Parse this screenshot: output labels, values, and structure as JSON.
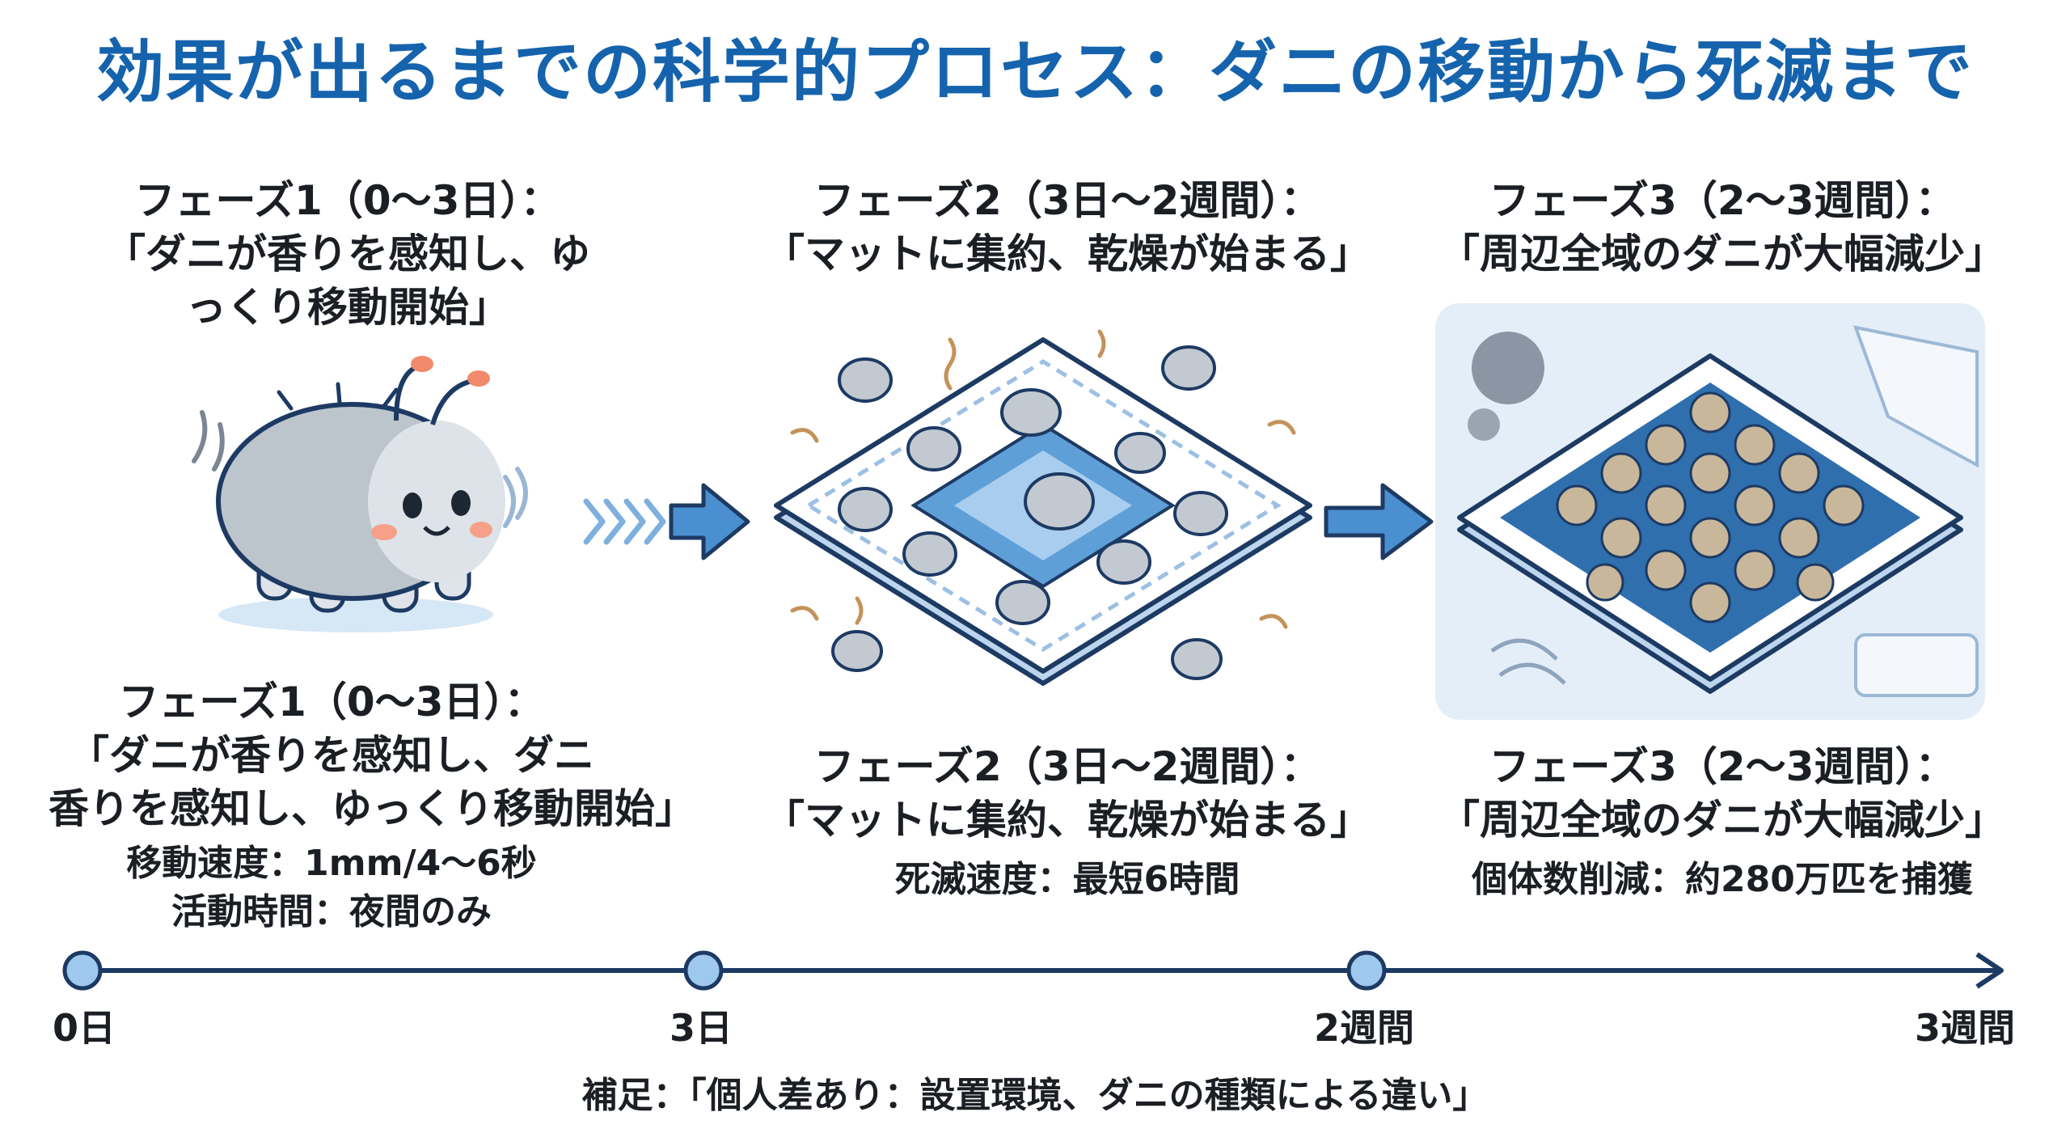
{
  "title": "効果が出るまでの科学的プロセス：ダニの移動から死滅まで",
  "phase1_top": {
    "heading": "フェーズ1（0〜3日）：",
    "line1": "「ダニが香りを感知し、ゆ",
    "line2": "っくり移動開始」"
  },
  "phase2_top": {
    "heading": "フェーズ2（3日〜2週間）：",
    "line1": "「マットに集約、乾燥が始まる」"
  },
  "phase3_top": {
    "heading": "フェーズ3（2〜3週間）：",
    "line1": "「周辺全域のダニが大幅減少」"
  },
  "phase1_bottom": {
    "heading": "フェーズ1（0〜3日）：",
    "line1": "「ダニが香りを感知し、ダニ",
    "line2": "香りを感知し、ゆっくり移動開始」",
    "stat1": "移動速度：1mm/4〜6秒",
    "stat2": "活動時間：夜間のみ"
  },
  "phase2_bottom": {
    "heading": "フェーズ2（3日〜2週間）：",
    "line1": "「マットに集約、乾燥が始まる」",
    "stat1": "死滅速度：最短6時間"
  },
  "phase3_bottom": {
    "heading": "フェーズ3（2〜3週間）：",
    "line1": "「周辺全域のダニが大幅減少」",
    "stat1": "個体数削減：約280万匹を捕獲"
  },
  "timeline": {
    "labels": [
      "0日",
      "3日",
      "2週間",
      "3週間"
    ]
  },
  "note": "補足：「個人差あり：設置環境、ダニの種類による違い」",
  "colors": {
    "title": "#1563ad",
    "navy": "#1d3a63",
    "accent_blue": "#4a8fd0",
    "light_blue": "#cfe3f6",
    "mite_gray": "#b9c1c9",
    "dead_mite": "#c8b79a",
    "squiggle": "#c4935a"
  }
}
